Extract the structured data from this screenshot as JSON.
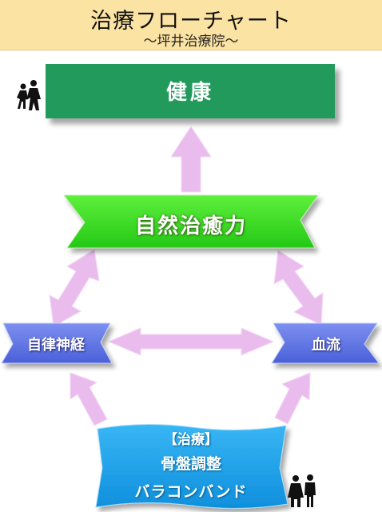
{
  "header": {
    "title": "治療フローチャート",
    "subtitle": "〜坪井治療院〜"
  },
  "nodes": {
    "health": "健康",
    "natural_healing": "自然治癒力",
    "autonomic_nerves": "自律神経",
    "blood_flow": "血流",
    "treatment": {
      "heading": "【治療】",
      "line1": "骨盤調整",
      "line2": "バラコンバンド"
    }
  },
  "icons": [
    "walking-people-icon",
    "standing-couple-icon"
  ],
  "colors": {
    "header_bg": "#fbe3a3",
    "health": "#229a5c",
    "natural_healing": "#33dd22",
    "autonomic_nerves": "#5a6fe0",
    "blood_flow": "#5a6fe0",
    "treatment": "#1da0ea",
    "arrows": "#eabcee"
  }
}
